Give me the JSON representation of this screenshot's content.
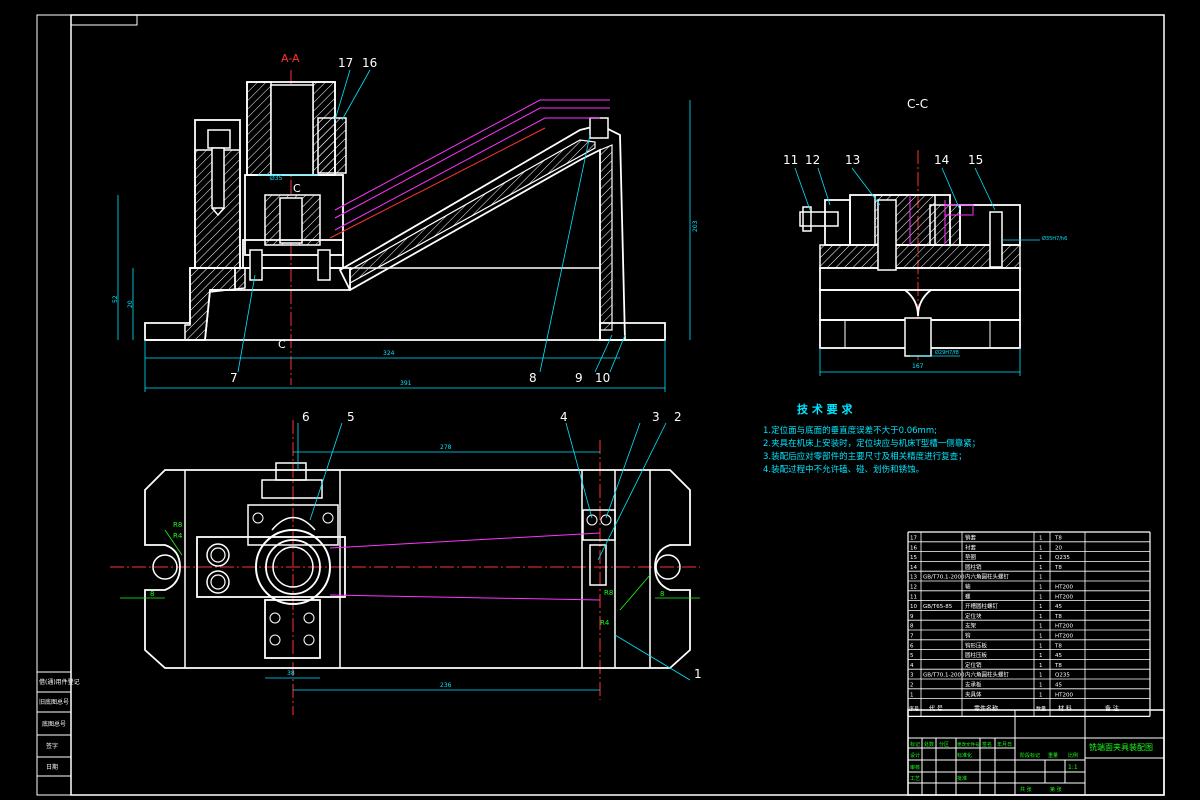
{
  "section_labels": {
    "aa": "A-A",
    "cc": "C-C",
    "c_top": "C",
    "c_bottom": "C"
  },
  "part_numbers": {
    "p1": "1",
    "p2": "2",
    "p3": "3",
    "p4": "4",
    "p5": "5",
    "p6": "6",
    "p7": "7",
    "p8": "8",
    "p9": "9",
    "p10": "10",
    "p11": "11",
    "p12": "12",
    "p13": "13",
    "p14": "14",
    "p15": "15",
    "p16": "16",
    "p17": "17"
  },
  "dimensions": {
    "d_324": "324",
    "d_391": "391",
    "d_278": "278",
    "d_236": "236",
    "d_167": "167",
    "d_38": "38",
    "d_8_left": "8",
    "d_8_right": "8",
    "d_r8_left": "R8",
    "d_r4_left": "R4",
    "d_r8_right": "R8",
    "d_r4_right": "R4",
    "d_h6": "Ø35H7/h6",
    "d_h6_bottom": "Ø29H7/f8",
    "d_20": "20",
    "d_52": "52",
    "d_203": "203",
    "d_top": "Ø35"
  },
  "tech_requirements": {
    "title": "技 术 要 求",
    "items": [
      "1.定位面与底面的垂直度误差不大于0.06mm;",
      "2.夹具在机床上安装时，定位块应与机床T型槽一侧靠紧；",
      "3.装配后应对零部件的主要尺寸及相关精度进行复查；",
      "4.装配过程中不允许磕、碰、划伤和锈蚀。"
    ]
  },
  "bom": {
    "rows": [
      {
        "no": "17",
        "code": "",
        "name": "销套",
        "qty": "1",
        "material": "T8"
      },
      {
        "no": "16",
        "code": "",
        "name": "衬套",
        "qty": "1",
        "material": "20"
      },
      {
        "no": "15",
        "code": "",
        "name": "垫圈",
        "qty": "1",
        "material": "Q235"
      },
      {
        "no": "14",
        "code": "",
        "name": "圆柱销",
        "qty": "1",
        "material": "T8"
      },
      {
        "no": "13",
        "code": "GB/T70.1-2000",
        "name": "内六角圆柱头螺钉",
        "qty": "1",
        "material": ""
      },
      {
        "no": "12",
        "code": "",
        "name": "轴",
        "qty": "1",
        "material": "HT200"
      },
      {
        "no": "11",
        "code": "",
        "name": "螺",
        "qty": "1",
        "material": "HT200"
      },
      {
        "no": "10",
        "code": "GB/T65-85",
        "name": "开槽圆柱螺钉",
        "qty": "1",
        "material": "45"
      },
      {
        "no": "9",
        "code": "",
        "name": "定位块",
        "qty": "1",
        "material": "T8"
      },
      {
        "no": "8",
        "code": "",
        "name": "支架",
        "qty": "1",
        "material": "HT200"
      },
      {
        "no": "7",
        "code": "",
        "name": "钩",
        "qty": "1",
        "material": "HT200"
      },
      {
        "no": "6",
        "code": "",
        "name": "钩形压板",
        "qty": "1",
        "material": "T8"
      },
      {
        "no": "5",
        "code": "",
        "name": "圆柱压板",
        "qty": "1",
        "material": "45"
      },
      {
        "no": "4",
        "code": "",
        "name": "定位销",
        "qty": "1",
        "material": "T8"
      },
      {
        "no": "3",
        "code": "GB/T70.1-2000",
        "name": "内六角圆柱头螺钉",
        "qty": "1",
        "material": "Q235"
      },
      {
        "no": "2",
        "code": "",
        "name": "支承板",
        "qty": "1",
        "material": "45"
      },
      {
        "no": "1",
        "code": "",
        "name": "夹具体",
        "qty": "1",
        "material": "HT200"
      }
    ],
    "header": {
      "no": "序号",
      "code": "代 号",
      "name": "零件名称",
      "qty": "数量",
      "material": "材 料",
      "note": "备 注"
    }
  },
  "title_block": {
    "drawing_title": "铣端面夹具装配图",
    "labels": [
      "标记",
      "处数",
      "分区",
      "更改文件号",
      "签名",
      "年月日"
    ],
    "design": "设计",
    "standard": "标准化",
    "review": "审核",
    "process": "工艺",
    "approve": "批准",
    "stage": "阶段标记",
    "weight": "重量",
    "scale": "比例",
    "scale_value": "1:1",
    "sheet_total": "共 张",
    "sheet_no": "第 张"
  },
  "left_margin_labels": [
    "借(通)用件登记",
    "旧底图总号",
    "底图总号",
    "签字",
    "日期"
  ],
  "colors": {
    "background": "#000000",
    "outline": "#ffffff",
    "center_line": "#ff3333",
    "hidden_magenta": "#ff33ff",
    "dimension": "#00e5ff",
    "annotation_green": "#19ff19",
    "text_yellow": "#ffff33"
  }
}
